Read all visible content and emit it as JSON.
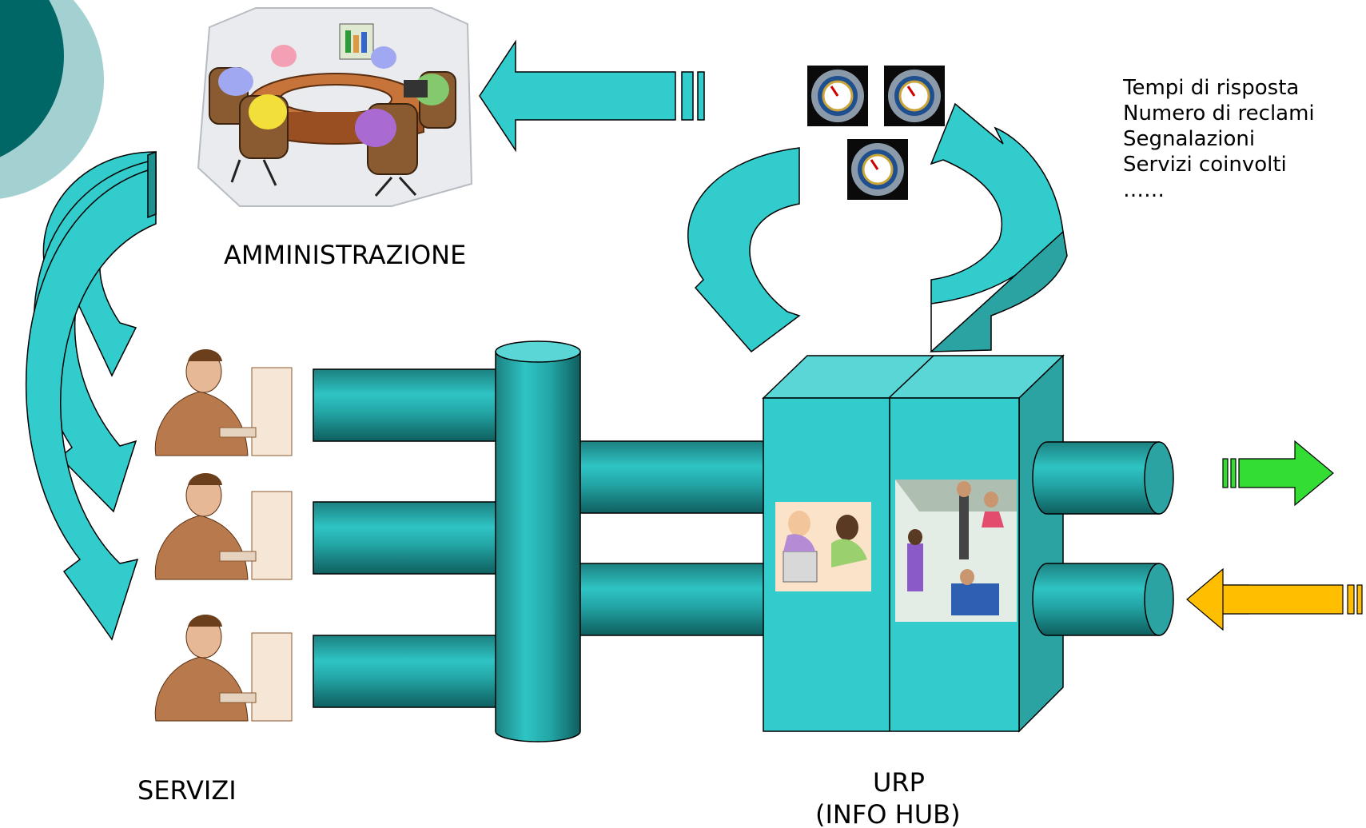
{
  "labels": {
    "administration": "AMMINISTRAZIONE",
    "services": "SERVIZI",
    "urp_line1": "URP",
    "urp_line2": "(INFO HUB)"
  },
  "metrics": [
    "Tempi di risposta",
    "Numero di reclami",
    "Segnalazioni",
    "Servizi coinvolti",
    "……"
  ],
  "colors": {
    "teal_main": "#33cccc",
    "teal_dark": "#1f8f8f",
    "teal_side": "#2ba3a3",
    "teal_top": "#5ad6d6",
    "deco_dark": "#006666",
    "deco_light": "#a3d1d1",
    "arrow_out": "#33dd33",
    "arrow_in": "#ffbf00"
  }
}
